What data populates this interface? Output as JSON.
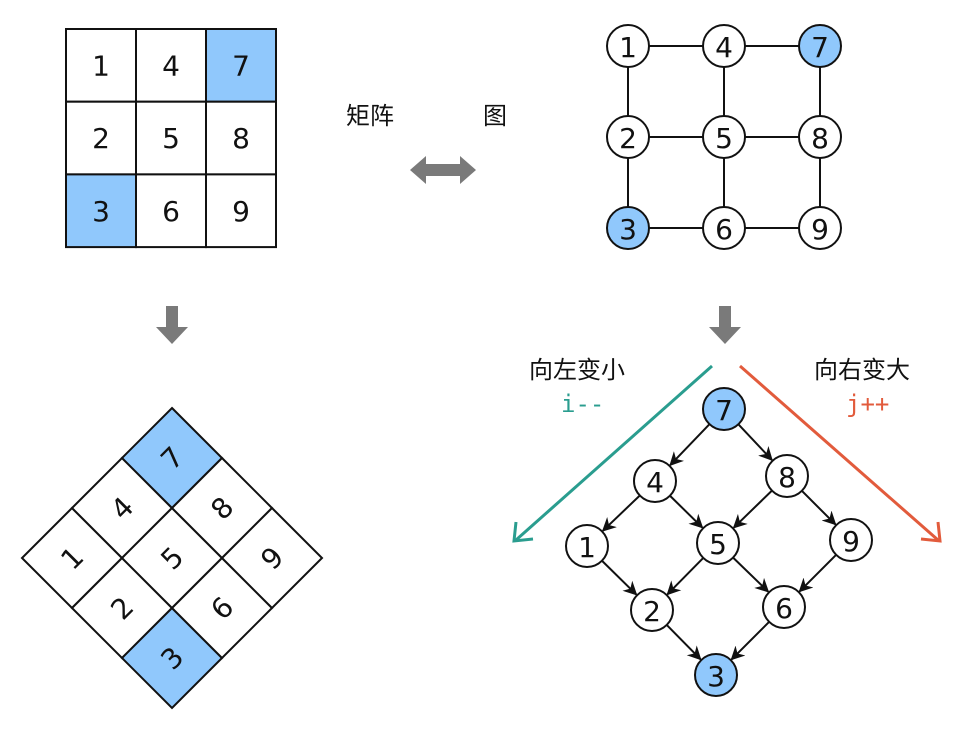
{
  "colors": {
    "highlight": "#90c8fc",
    "grid_line": "#111111",
    "arrow_gray": "#7a7a7a",
    "left_arrow": "#2a9d8f",
    "right_arrow": "#e25b3c"
  },
  "labels": {
    "matrix": "矩阵",
    "graph": "图",
    "left_direction": "向左变小",
    "left_code": "i--",
    "right_direction": "向右变大",
    "right_code": "j++"
  },
  "matrix": {
    "rows": [
      [
        "1",
        "4",
        "7"
      ],
      [
        "2",
        "5",
        "8"
      ],
      [
        "3",
        "6",
        "9"
      ]
    ],
    "highlighted": [
      "7",
      "3"
    ]
  },
  "grid_graph": {
    "nodes": [
      [
        "1",
        "4",
        "7"
      ],
      [
        "2",
        "5",
        "8"
      ],
      [
        "3",
        "6",
        "9"
      ]
    ],
    "highlighted": [
      "7",
      "3"
    ]
  },
  "rotated_matrix": {
    "cells": [
      "7",
      "4",
      "8",
      "1",
      "5",
      "9",
      "2",
      "6",
      "3"
    ],
    "highlighted": [
      "7",
      "3"
    ]
  },
  "dag": {
    "nodes": [
      "7",
      "4",
      "8",
      "1",
      "5",
      "9",
      "2",
      "6",
      "3"
    ],
    "edges": [
      [
        "7",
        "4"
      ],
      [
        "7",
        "8"
      ],
      [
        "4",
        "1"
      ],
      [
        "4",
        "5"
      ],
      [
        "8",
        "5"
      ],
      [
        "8",
        "9"
      ],
      [
        "1",
        "2"
      ],
      [
        "5",
        "2"
      ],
      [
        "5",
        "6"
      ],
      [
        "9",
        "6"
      ],
      [
        "2",
        "3"
      ],
      [
        "6",
        "3"
      ]
    ],
    "highlighted": [
      "7",
      "3"
    ]
  },
  "icons": {
    "double_arrow": "left-right-arrow-icon",
    "down_arrow": "down-arrow-icon"
  }
}
